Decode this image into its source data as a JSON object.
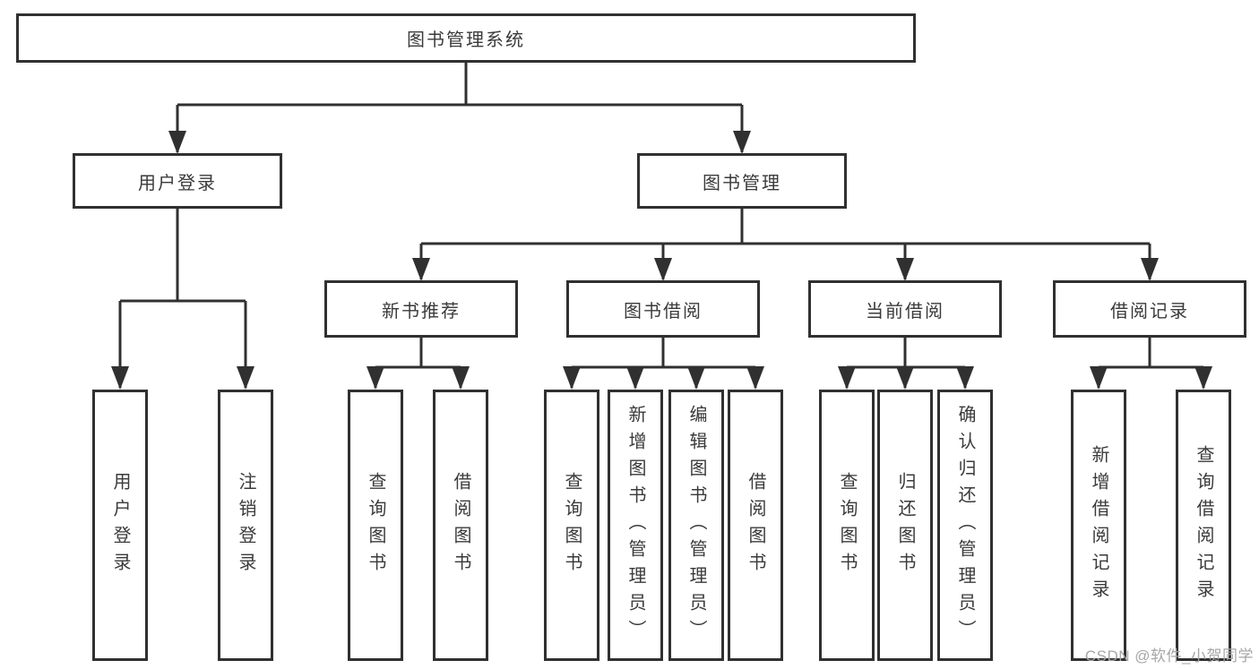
{
  "diagram": {
    "root": {
      "label": "图书管理系统"
    },
    "branches": [
      {
        "label": "用户登录",
        "children": [
          {
            "label": "用户登录"
          },
          {
            "label": "注销登录"
          }
        ]
      },
      {
        "label": "图书管理",
        "children": [
          {
            "label": "新书推荐",
            "children": [
              {
                "label": "查询图书"
              },
              {
                "label": "借阅图书"
              }
            ]
          },
          {
            "label": "图书借阅",
            "children": [
              {
                "label": "查询图书"
              },
              {
                "label": "新增图书（管理员）"
              },
              {
                "label": "编辑图书（管理员）"
              },
              {
                "label": "借阅图书"
              }
            ]
          },
          {
            "label": "当前借阅",
            "children": [
              {
                "label": "查询图书"
              },
              {
                "label": "归还图书"
              },
              {
                "label": "确认归还（管理员）"
              }
            ]
          },
          {
            "label": "借阅记录",
            "children": [
              {
                "label": "新增借阅记录"
              },
              {
                "label": "查询借阅记录"
              }
            ]
          }
        ]
      }
    ]
  },
  "watermark": {
    "text": "CSDN @软件_小贺同学"
  },
  "colors": {
    "line": "#303030",
    "text": "#3a3a3a",
    "watermark": "#a6a6a6",
    "background": "#ffffff"
  }
}
